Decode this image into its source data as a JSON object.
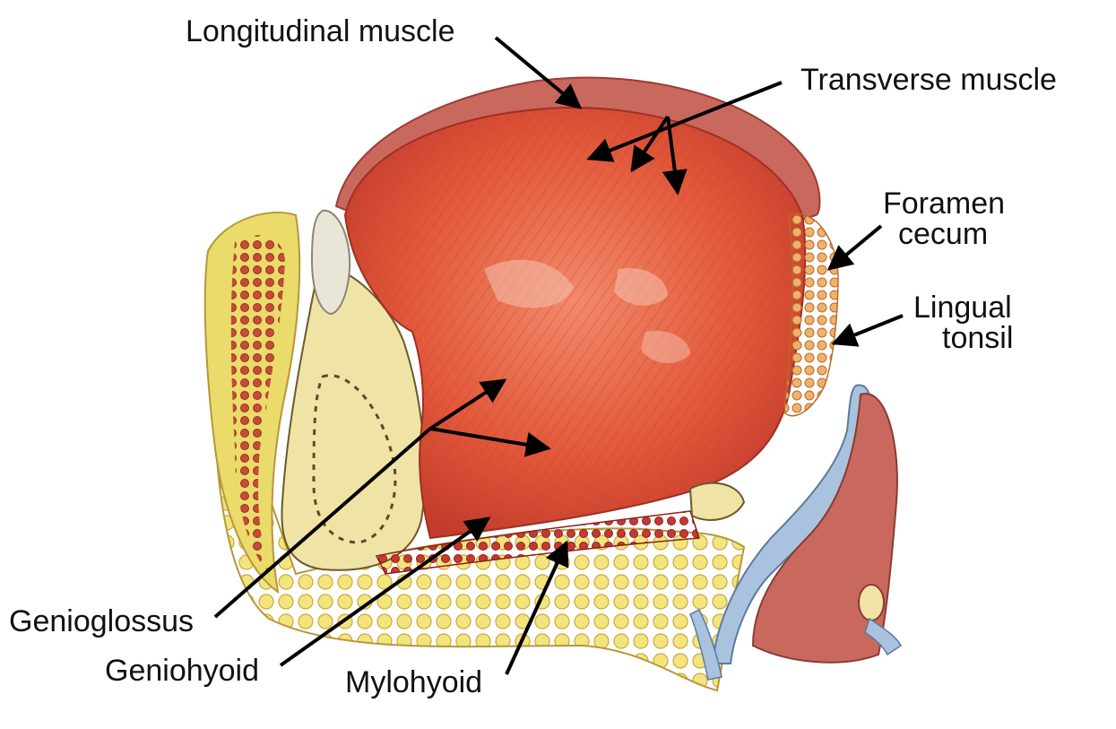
{
  "labels": {
    "longitudinal": "Longitudinal muscle",
    "transverse": "Transverse muscle",
    "foramen_line1": "Foramen",
    "foramen_line2": "cecum",
    "lingual_line1": "Lingual",
    "lingual_line2": "tonsil",
    "genioglossus": "Genioglossus",
    "geniohyoid": "Geniohyoid",
    "mylohyoid": "Mylohyoid"
  },
  "colors": {
    "muscle": "#e2583a",
    "muscle_dark": "#b8332a",
    "mucosa": "#c9695e",
    "fat": "#eadb6a",
    "bone": "#efe4a6",
    "cartilage_blue": "#a9c3de",
    "text": "#111111"
  }
}
